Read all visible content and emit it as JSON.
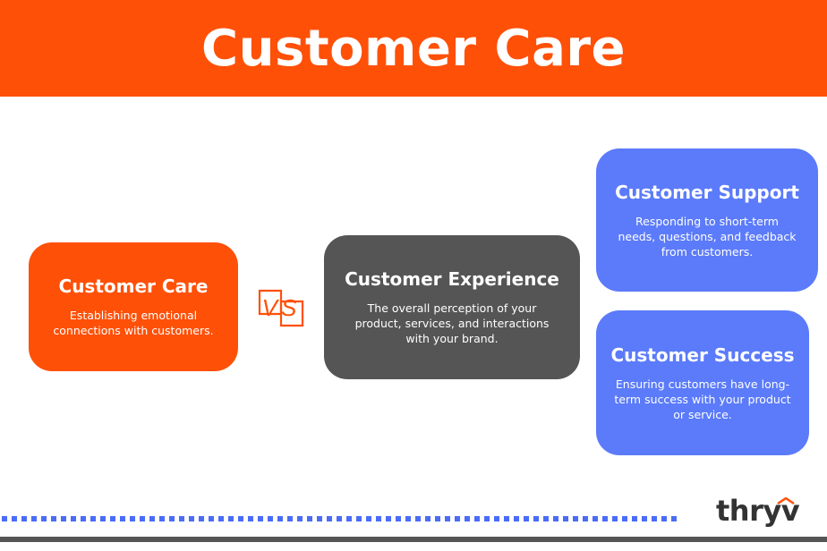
{
  "header": {
    "title": "Customer Care"
  },
  "separator": {
    "text": "VS"
  },
  "cards": {
    "care": {
      "title": "Customer Care",
      "description": "Establishing emotional connections with customers."
    },
    "experience": {
      "title": "Customer Experience",
      "description": "The overall perception of your product, services, and interactions with your brand."
    },
    "support": {
      "title": "Customer Support",
      "description": "Responding to short-term needs, questions, and feedback from customers."
    },
    "success": {
      "title": "Customer Success",
      "description": "Ensuring customers have long-term success with your product or service."
    }
  },
  "brand": {
    "logo_text": "thryv"
  },
  "colors": {
    "orange": "#ff5008",
    "gray": "#555555",
    "blue": "#5b7bfa"
  }
}
